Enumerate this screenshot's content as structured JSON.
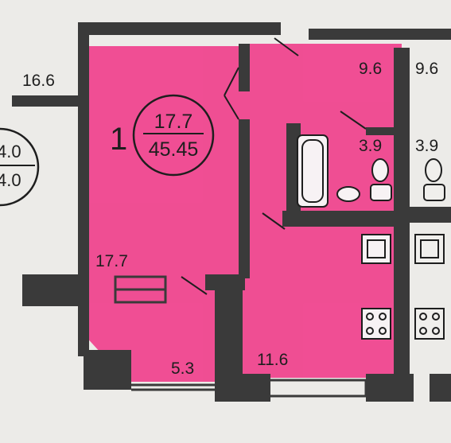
{
  "plan": {
    "room_number": "1",
    "living_area": "17.7",
    "total_area": "45.45",
    "labels": {
      "neighbor_left": "16.6",
      "neighbor_circle_top": "4.0",
      "neighbor_circle_bottom": "4.0",
      "corridor": "9.6",
      "corridor_neighbor": "9.6",
      "bathroom": "3.9",
      "bathroom_neighbor": "3.9",
      "room": "17.7",
      "balcony": "5.3",
      "kitchen": "11.6"
    },
    "colors": {
      "highlight": "#f0468f",
      "wall": "#3a3a3a",
      "paper": "#ecebe8",
      "ink": "#1e1e1e"
    }
  }
}
